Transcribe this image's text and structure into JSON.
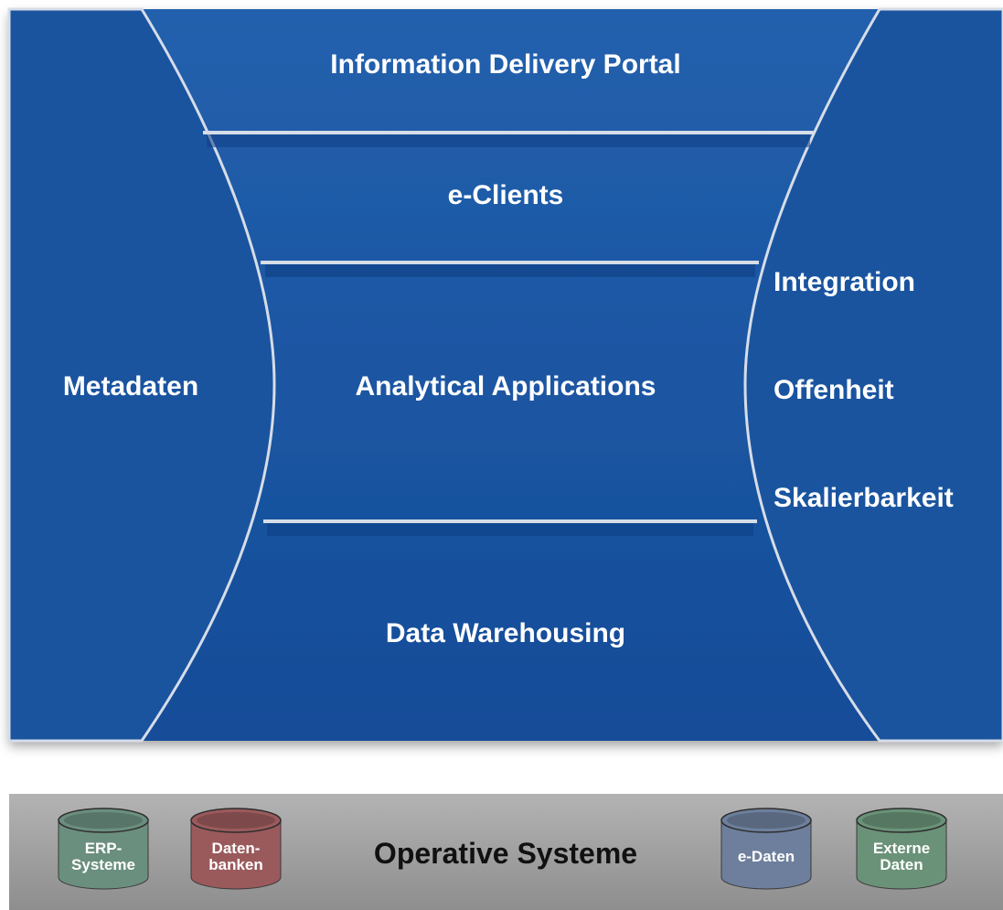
{
  "layers": {
    "portal": "Information Delivery Portal",
    "clients": "e-Clients",
    "applications": "Analytical Applications",
    "warehousing": "Data Warehousing"
  },
  "left_panel": {
    "label": "Metadaten"
  },
  "right_panel": {
    "labels": [
      "Integration",
      "Offenheit",
      "Skalierbarkeit"
    ]
  },
  "operative": {
    "title": "Operative Systeme",
    "sources": [
      {
        "lines": [
          "ERP-",
          "Systeme"
        ],
        "color": "#6b8f7f"
      },
      {
        "lines": [
          "Daten-",
          "banken"
        ],
        "color": "#9a5a5c"
      },
      {
        "lines": [
          "e-Daten"
        ],
        "color": "#6d7f9c"
      },
      {
        "lines": [
          "Externe",
          "Daten"
        ],
        "color": "#6a9278"
      }
    ]
  },
  "colors": {
    "main_blue": "#1a4f9c",
    "dark_blue": "#0d3a80",
    "bar_gray": "#9a9a9a"
  }
}
